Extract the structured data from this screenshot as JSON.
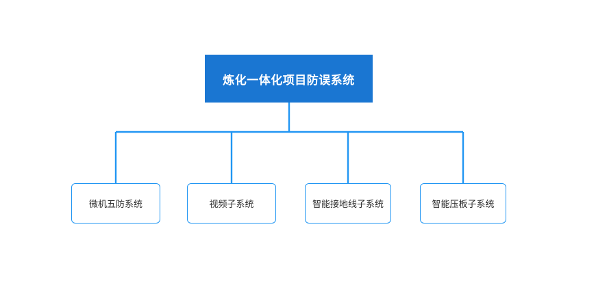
{
  "diagram": {
    "type": "organization-chart",
    "background_color": "#ffffff",
    "root": {
      "label": "炼化一体化项目防误系统",
      "fill_color": "#1a76d2",
      "text_color": "#ffffff"
    },
    "connector_color": "#2196f3",
    "leaf_style": {
      "border_color": "#2196f3",
      "fill_color": "#ffffff",
      "text_color": "#2b2b2b"
    },
    "children": [
      {
        "label": "微机五防系统"
      },
      {
        "label": "视频子系统"
      },
      {
        "label": "智能接地线子系统"
      },
      {
        "label": "智能压板子系统"
      }
    ]
  }
}
